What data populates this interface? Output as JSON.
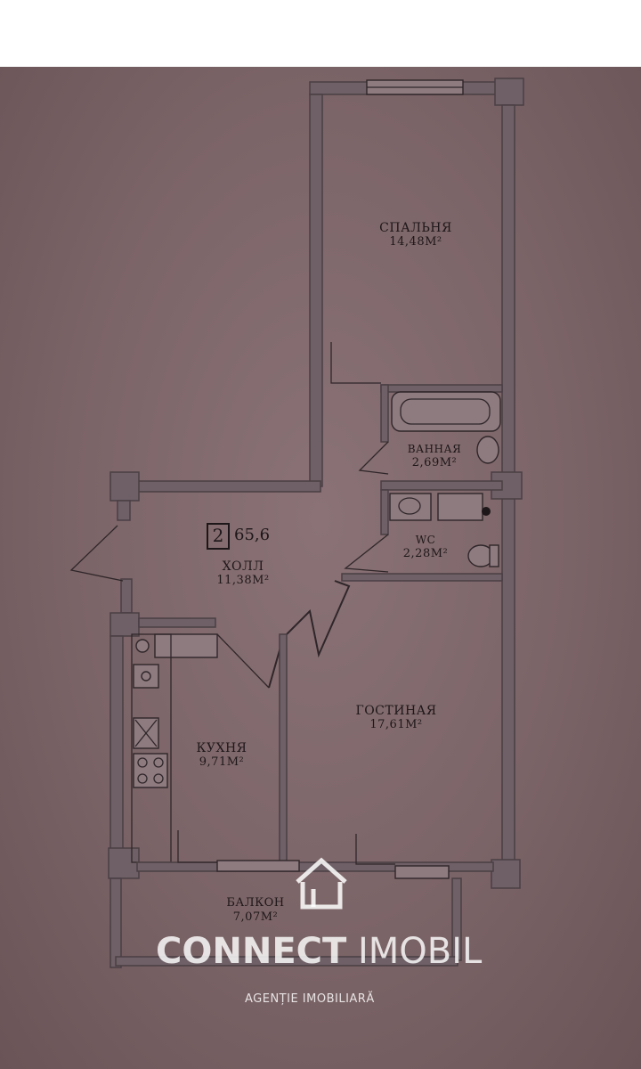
{
  "plan": {
    "rooms_count": "2",
    "total_area": "65,6",
    "rooms": [
      {
        "id": "bedroom",
        "name": "СПАЛЬНЯ",
        "area": "14,48М²"
      },
      {
        "id": "bathroom",
        "name": "ВАННАЯ",
        "area": "2,69М²"
      },
      {
        "id": "wc",
        "name": "WC",
        "area": "2,28М²"
      },
      {
        "id": "hall",
        "name": "ХОЛЛ",
        "area": "11,38М²"
      },
      {
        "id": "living",
        "name": "ГОСТИНАЯ",
        "area": "17,61М²"
      },
      {
        "id": "kitchen",
        "name": "КУХНЯ",
        "area": "9,71М²"
      },
      {
        "id": "balcony",
        "name": "БАЛКОН",
        "area": "7,07М²"
      }
    ]
  },
  "watermark": {
    "brand_bold": "CONNECT",
    "brand_light": " IMOBIL",
    "tagline": "AGENȚIE IMOBILIARĂ"
  },
  "colors": {
    "background": "#7b6467",
    "wall": "#6e6066",
    "ink": "#1e1719",
    "watermark": "#ffffff"
  }
}
